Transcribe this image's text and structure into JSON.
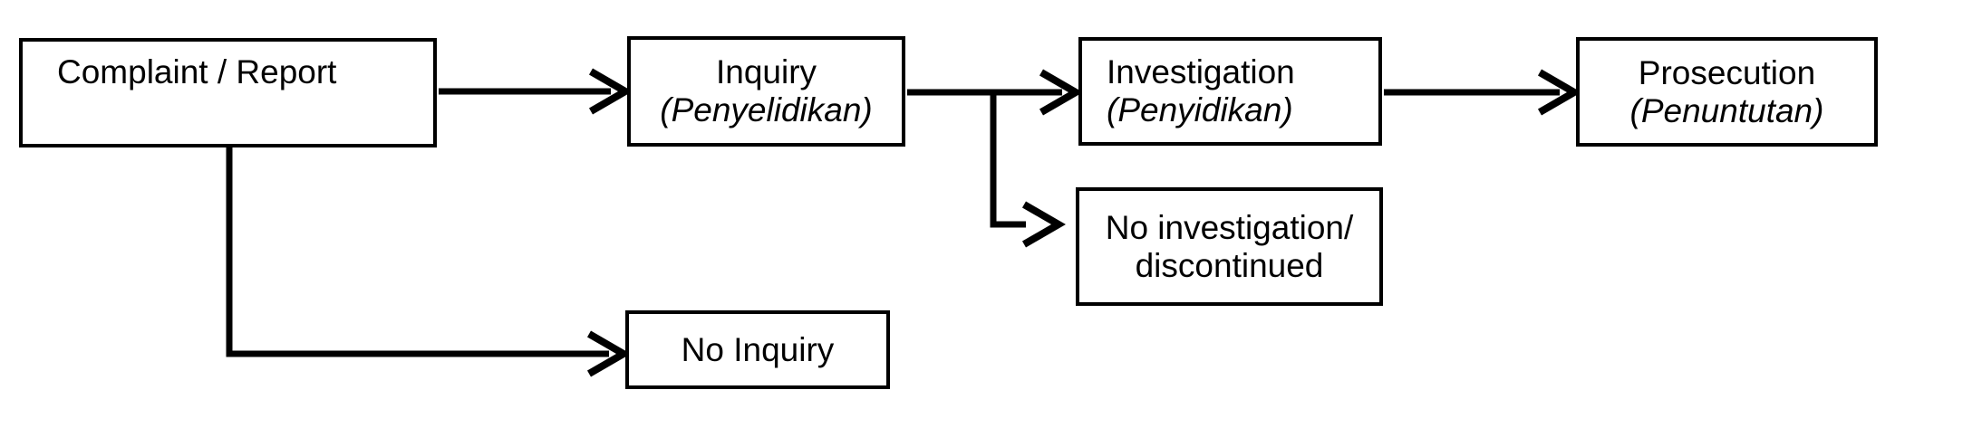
{
  "diagram": {
    "type": "flowchart",
    "background_color": "#ffffff",
    "stroke_color": "#000000",
    "text_color": "#000000",
    "nodes": {
      "complaint": {
        "line1": "Complaint / Report"
      },
      "inquiry": {
        "line1": "Inquiry",
        "line2": "(Penyelidikan)"
      },
      "investigation": {
        "line1": "Investigation",
        "line2": "(Penyidikan)"
      },
      "prosecution": {
        "line1": "Prosecution",
        "line2": "(Penuntutan)"
      },
      "no_investigation": {
        "line1": "No investigation/",
        "line2": "discontinued"
      },
      "no_inquiry": {
        "line1": "No Inquiry"
      }
    },
    "edges": [
      {
        "from": "complaint",
        "to": "inquiry"
      },
      {
        "from": "inquiry",
        "to": "investigation"
      },
      {
        "from": "investigation",
        "to": "prosecution"
      },
      {
        "from": "inquiry",
        "to": "no_investigation"
      },
      {
        "from": "complaint",
        "to": "no_inquiry"
      }
    ]
  }
}
